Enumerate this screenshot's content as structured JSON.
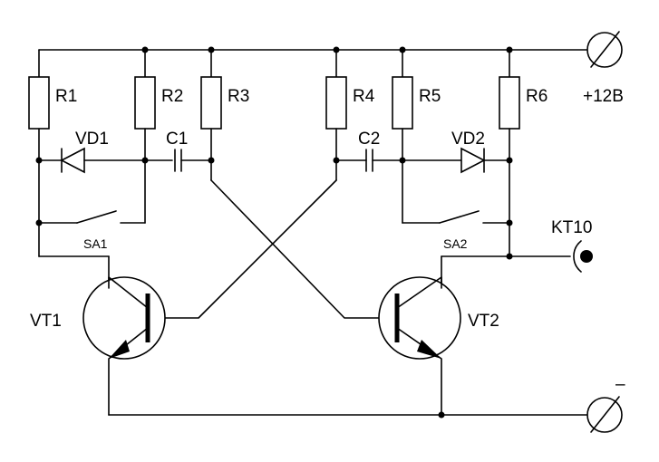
{
  "labels": {
    "r1": "R1",
    "r2": "R2",
    "r3": "R3",
    "r4": "R4",
    "r5": "R5",
    "r6": "R6",
    "vd1": "VD1",
    "vd2": "VD2",
    "c1": "C1",
    "c2": "C2",
    "sa1": "SA1",
    "sa2": "SA2",
    "vt1": "VT1",
    "vt2": "VT2",
    "kt10": "KT10",
    "plus": "+12B",
    "minus": "–"
  }
}
